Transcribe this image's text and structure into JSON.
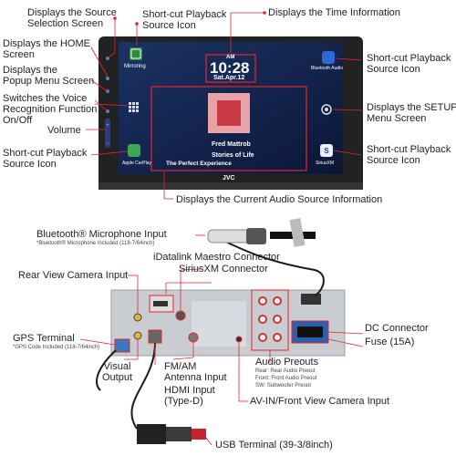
{
  "labels": {
    "source_screen": "Displays the Source\nSelection Screen",
    "shortcut_top": "Short-cut Playback\nSource Icon",
    "time_info": "Displays the Time Information",
    "home_screen": "Displays the HOME\nScreen",
    "popup_menu": "Displays the\nPopup Menu Screen",
    "voice_recognition": "Switches the Voice\nRecognition Function\nOn/Off",
    "volume": "Volume",
    "shortcut_left_bottom": "Short-cut Playback\nSource Icon",
    "shortcut_right_top": "Short-cut Playback\nSource Icon",
    "setup_menu": "Displays the SETUP\nMenu Screen",
    "shortcut_right_bottom": "Short-cut Playback\nSource Icon",
    "current_audio": "Displays the Current Audio Source Information",
    "bt_mic": "Bluetooth® Microphone Input",
    "bt_mic_note": "*Bluetooth® Microphone Included (118-7/64inch)",
    "idatalink": "iDatalink Maestro Connector",
    "siriusxm_conn": "SiriusXM Connector",
    "rear_camera": "Rear View Camera Input",
    "gps": "GPS Terminal",
    "gps_note": "*GPS Code Included (118-7/64inch)",
    "visual_output": "Visual\nOutput",
    "fm_am": "FM/AM\nAntenna Input",
    "hdmi": "HDMI Input\n(Type-D)",
    "dc_connector": "DC Connector",
    "fuse": "Fuse (15A)",
    "audio_preouts": "Audio Preouts",
    "preout_rear": "Rear: Rear Audio Preout",
    "preout_front": "Front: Front Audio Preout",
    "preout_sw": "SW: Subwoofer Preout",
    "av_in": "AV-IN/Front View Camera Input",
    "usb": "USB Terminal (39-3/8inch)"
  },
  "screen": {
    "brand": "JVC",
    "mirroring": "Mirroring",
    "bluetooth_audio": "Bluetooth Audio",
    "apple_carplay": "Apple CarPlay",
    "siriusxm": "SiriusXM",
    "ampm": "AM",
    "time": "10:28",
    "date": "Sat.Apr.12",
    "artist": "Fred Mattrob",
    "album": "Stories of Life",
    "track": "The Perfect Experience"
  },
  "colors": {
    "callout": "#e8242c",
    "screen_bg": "#0e1a3a",
    "chassis": "#c9ccd1",
    "cable": "#1a1a1a"
  }
}
